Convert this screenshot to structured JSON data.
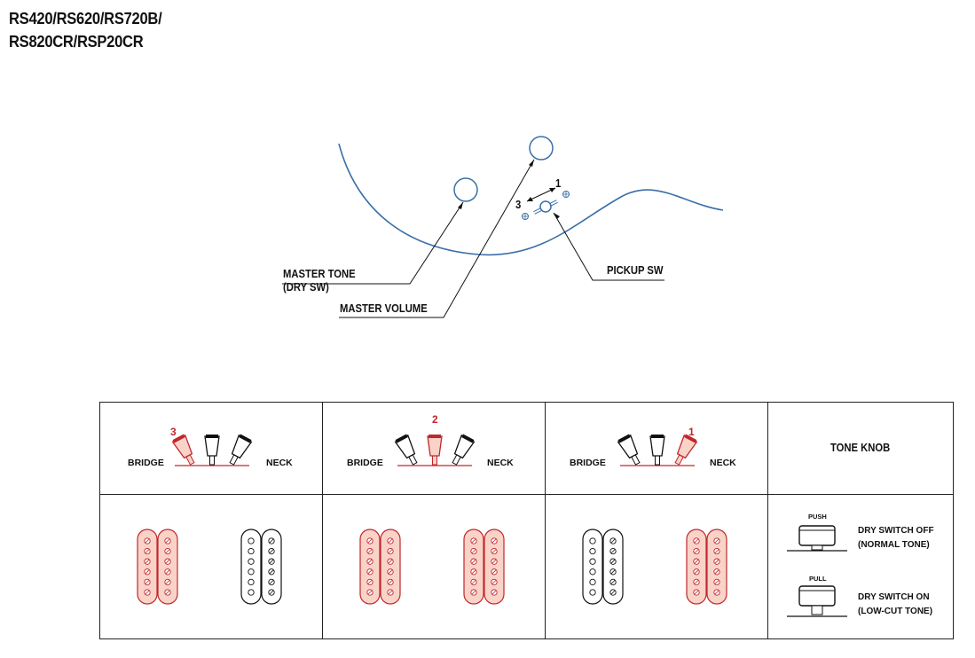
{
  "title": {
    "line1": "RS420/RS620/RS720B/",
    "line2": "RS820CR/RSP20CR"
  },
  "callouts": {
    "master_tone_line1": "MASTER TONE",
    "master_tone_line2": "(DRY SW)",
    "master_volume": "MASTER VOLUME",
    "pickup_sw": "PICKUP SW",
    "switch_pos_1": "1",
    "switch_pos_3": "3"
  },
  "table": {
    "columns": [
      {
        "position": "3",
        "bridge": "BRIDGE",
        "neck": "NECK",
        "bridge_active": true,
        "neck_active": false
      },
      {
        "position": "2",
        "bridge": "BRIDGE",
        "neck": "NECK",
        "bridge_active": true,
        "neck_active": true
      },
      {
        "position": "1",
        "bridge": "BRIDGE",
        "neck": "NECK",
        "bridge_active": false,
        "neck_active": true
      }
    ],
    "tone_knob": {
      "heading": "TONE KNOB",
      "push_label": "PUSH",
      "push_desc_line1": "DRY SWITCH OFF",
      "push_desc_line2": "(NORMAL TONE)",
      "pull_label": "PULL",
      "pull_desc_line1": "DRY SWITCH ON",
      "pull_desc_line2": "(LOW-CUT TONE)"
    }
  },
  "colors": {
    "active_fill": "#f9d3c8",
    "active_stroke": "#c0272d",
    "outline_blue": "#3a6fa8",
    "line": "#222222"
  }
}
